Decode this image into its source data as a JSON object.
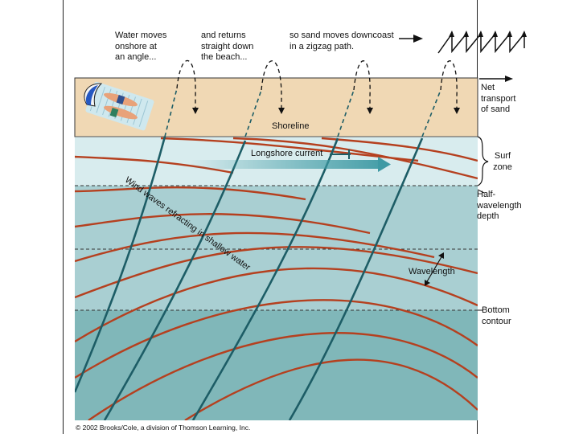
{
  "captions": {
    "water_moves": "Water moves\nonshore at\nan angle...",
    "and_returns": "and returns\nstraight down\nthe beach...",
    "so_sand": "so sand moves downcoast\nin a zigzag path."
  },
  "labels": {
    "net_transport": "Net\ntransport\nof sand",
    "shoreline": "Shoreline",
    "longshore_current": "Longshore current",
    "wind_waves": "Wind waves refracting in shallow water",
    "surf_zone": "Surf\nzone",
    "half_wavelength": "Half-\nwavelength\ndepth",
    "wavelength": "Wavelength",
    "bottom_contour": "Bottom\ncontour"
  },
  "credit": "© 2002 Brooks/Cole, a division of Thomson Learning, Inc.",
  "colors": {
    "beach": "#f0d8b4",
    "surf": "#d8ecee",
    "water_mid": "#a9cfd2",
    "water_deep": "#80b7b9",
    "crest": "#b5401f",
    "ray": "#1d5d66",
    "current_arrow": "#3e9aa4"
  }
}
